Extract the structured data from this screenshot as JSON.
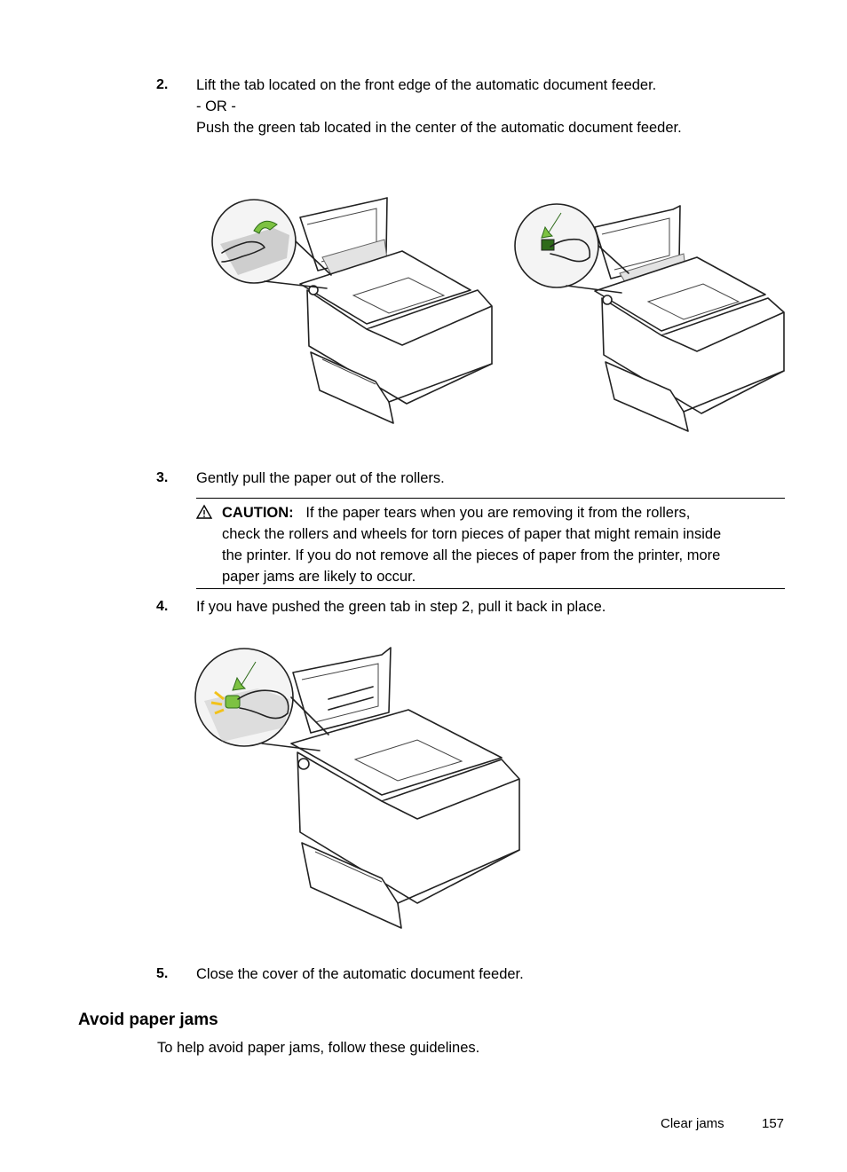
{
  "steps": [
    {
      "num": "2.",
      "lines": [
        "Lift the tab located on the front edge of the automatic document feeder.",
        "- OR -",
        "Push the green tab located in the center of the automatic document feeder."
      ]
    },
    {
      "num": "3.",
      "text": "Gently pull the paper out of the rollers."
    },
    {
      "num": "4.",
      "text": "If you have pushed the green tab in step 2, pull it back in place."
    },
    {
      "num": "5.",
      "text": "Close the cover of the automatic document feeder."
    }
  ],
  "caution": {
    "label": "CAUTION:",
    "lines": [
      "If the paper tears when you are removing it from the rollers,",
      "check the rollers and wheels for torn pieces of paper that might remain inside",
      "the printer. If you do not remove all the pieces of paper from the printer, more",
      "paper jams are likely to occur."
    ]
  },
  "section": {
    "heading": "Avoid paper jams",
    "intro": "To help avoid paper jams, follow these guidelines."
  },
  "footer": {
    "section": "Clear jams",
    "page": "157"
  },
  "colors": {
    "accent_green": "#7dc242",
    "paper_gray": "#e3e3e3",
    "caution_icon": "warning-triangle"
  }
}
